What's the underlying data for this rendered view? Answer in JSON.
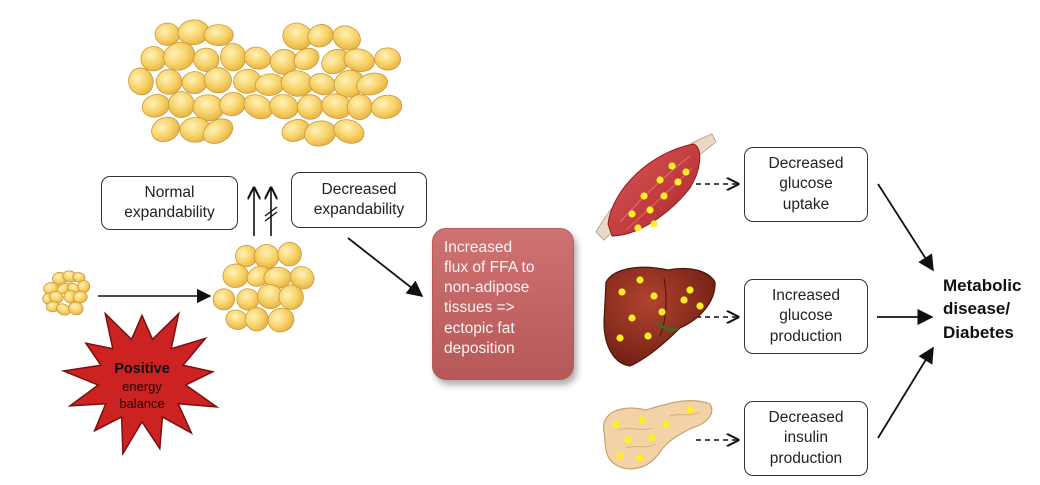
{
  "boxes": {
    "normal": [
      "Normal",
      "expandability"
    ],
    "decreased": [
      "Decreased",
      "expandability"
    ],
    "flux": [
      "Increased",
      "flux of FFA to",
      "non-adipose",
      "tissues =>",
      "ectopic fat",
      "deposition"
    ],
    "muscle": [
      "Decreased",
      "glucose",
      "uptake"
    ],
    "liver": [
      "Increased",
      "glucose",
      "production"
    ],
    "pancreas": [
      "Decreased",
      "insulin",
      "production"
    ]
  },
  "burst": {
    "line1": "Positive",
    "line2": "energy",
    "line3": "balance"
  },
  "outcome": [
    "Metabolic",
    "disease/",
    "Diabetes"
  ],
  "colors": {
    "fat_cell": "#f7d36a",
    "flux_box": "#c96565",
    "burst": "#cc2222",
    "muscle": "#c7383a",
    "liver": "#8a2a1c",
    "pancreas": "#f2d2a6",
    "marker_dot": "#ffee22"
  }
}
